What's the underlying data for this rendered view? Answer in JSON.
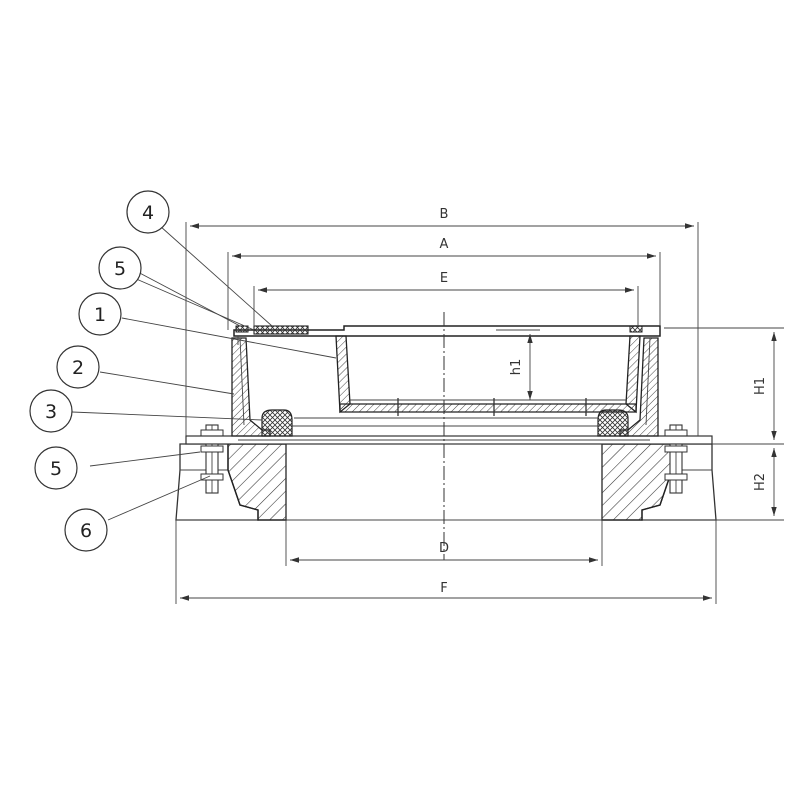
{
  "dimensions": {
    "B": "B",
    "A": "A",
    "E": "E",
    "h1": "h1",
    "H1": "H1",
    "H2": "H2",
    "D": "D",
    "F": "F"
  },
  "callouts": [
    {
      "id": "callout-4",
      "label": "4"
    },
    {
      "id": "callout-5-top",
      "label": "5"
    },
    {
      "id": "callout-1",
      "label": "1"
    },
    {
      "id": "callout-2",
      "label": "2"
    },
    {
      "id": "callout-3",
      "label": "3"
    },
    {
      "id": "callout-5-bottom",
      "label": "5"
    },
    {
      "id": "callout-6",
      "label": "6"
    }
  ],
  "colors": {
    "line": "#333333",
    "background": "#ffffff"
  }
}
